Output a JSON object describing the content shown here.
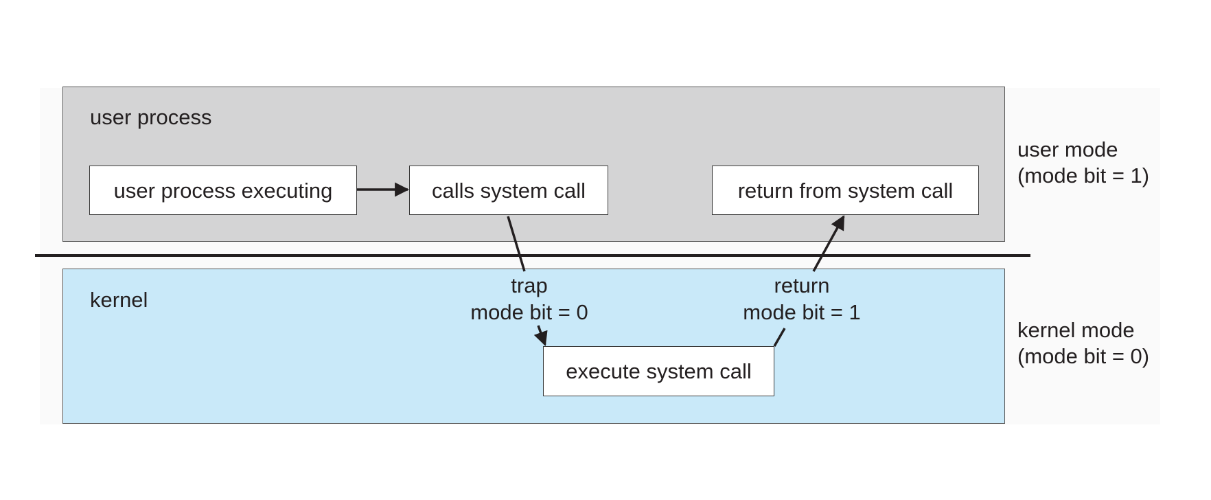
{
  "regions": {
    "user": {
      "label": "user process"
    },
    "kernel": {
      "label": "kernel"
    }
  },
  "boxes": {
    "user_executing": "user process executing",
    "calls_system_call": "calls system call",
    "return_from_system_call": "return from system call",
    "execute_system_call": "execute system call"
  },
  "transitions": {
    "trap": {
      "line1": "trap",
      "line2": "mode bit = 0"
    },
    "return": {
      "line1": "return",
      "line2": "mode bit = 1"
    }
  },
  "modes": {
    "user": {
      "line1": "user mode",
      "line2": "(mode bit = 1)"
    },
    "kernel": {
      "line1": "kernel mode",
      "line2": "(mode bit = 0)"
    }
  },
  "colors": {
    "user_region": "#d4d4d5",
    "kernel_region": "#c9e9f9",
    "ink": "#231f20"
  }
}
